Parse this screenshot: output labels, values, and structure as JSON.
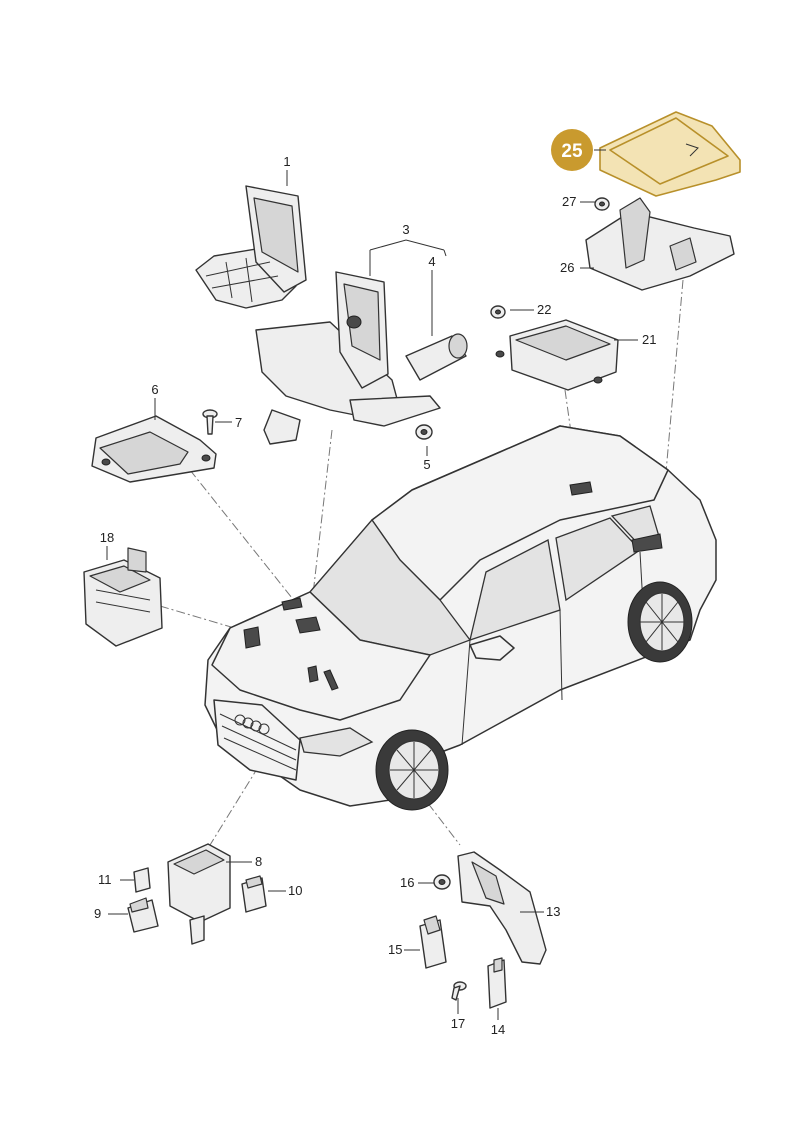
{
  "callouts": {
    "c1": "1",
    "c3": "3",
    "c4": "4",
    "c5": "5",
    "c6": "6",
    "c7": "7",
    "c8": "8",
    "c9": "9",
    "c10": "10",
    "c11": "11",
    "c13": "13",
    "c14": "14",
    "c15": "15",
    "c16": "16",
    "c17": "17",
    "c18": "18",
    "c21": "21",
    "c22": "22",
    "c25": "25",
    "c26": "26",
    "c27": "27"
  },
  "colors": {
    "highlight_fill": "#f3e3b4",
    "highlight_stroke": "#b8902a",
    "badge": "#c99a2e"
  }
}
